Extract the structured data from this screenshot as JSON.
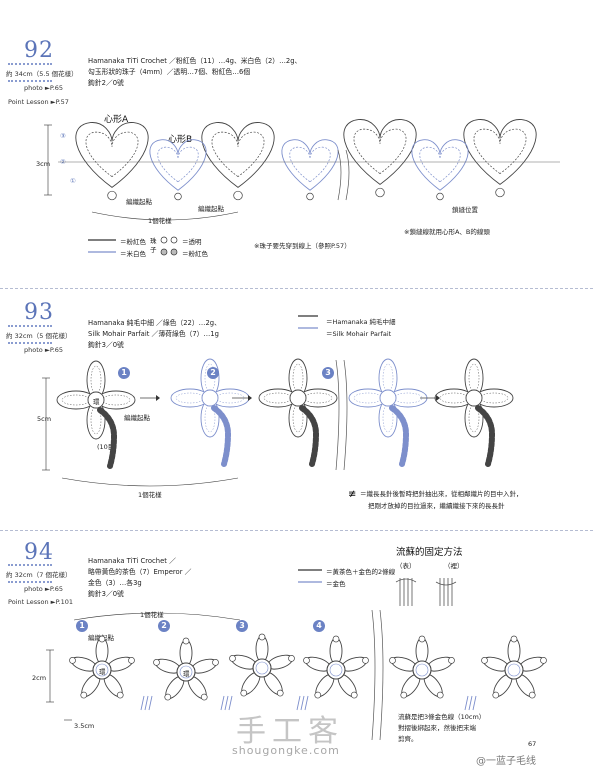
{
  "p92": {
    "number": "92",
    "size": "約 34cm（5.5 個花樣）",
    "photo": "photo ►P.65",
    "lesson": "Point Lesson ►P.57",
    "materials": [
      "Hamanaka TiTi Crochet ／粉紅色（11）…4g、米白色（2）…2g、",
      "勾玉形狀的珠子（4mm）／透明…7個、粉紅色…6個",
      "鉤針2／0號"
    ],
    "label_a": "心形A",
    "label_b": "心形B",
    "height": "3cm",
    "start_a": "編織起點",
    "start_b": "編織起點",
    "repeat": "1個花樣",
    "join": "鎖縫位置",
    "legend_pink": "＝粉紅色",
    "legend_white": "＝米白色",
    "legend_bead_word": "珠子",
    "legend_clear": "＝透明",
    "legend_pinkbead": "＝粉紅色",
    "note_bead": "※珠子要先穿到線上（參照P.57）",
    "note_join": "※鎖縫線就用心形A、B的線頭",
    "rows": [
      "③",
      "②",
      "①"
    ]
  },
  "p93": {
    "number": "93",
    "size": "約 32cm（5 個花樣）",
    "photo": "photo ►P.65",
    "materials": [
      "Hamanaka 純毛中細 ／綠色（22）…2g、",
      "Silk Mohair Parfait ／薄荷綠色（7）…1g",
      "鉤針3／0號"
    ],
    "legend1": "＝Hamanaka 純毛中細",
    "legend2": "＝Silk Mohair Parfait",
    "steps": [
      "1",
      "2",
      "3"
    ],
    "ring": "環",
    "start": "編織起點",
    "count": "(10目)",
    "height": "5cm",
    "repeat": "1個花樣",
    "note": "＝織長長針後暫時把針抽出來，從相鄰織片的目中入針，",
    "note2": "把剛才放掉的目拉過來，繼續織接下來的長長針"
  },
  "p94": {
    "number": "94",
    "size": "約 32cm（7 個花樣）",
    "photo": "photo ►P.65",
    "lesson": "Point Lesson ►P.101",
    "materials": [
      "Hamanaka TiTi Crochet ／",
      "略帶黃色的茶色（7）Emperor ／",
      "金色（3）…各3g",
      "鉤針3／0號"
    ],
    "repeat": "1個花樣",
    "start": "編織起點",
    "steps": [
      "1",
      "2",
      "3",
      "4"
    ],
    "ring": "環",
    "height": "2cm",
    "width": "3.5cm",
    "tassel_title": "流蘇的固定方法",
    "front": "（表）",
    "back": "（裡）",
    "legend1": "＝黃茶色＋金色的2條線",
    "legend2": "＝金色",
    "tassel_note": [
      "流蘇是把3條金色線（10cm）",
      "對摺後綁起來，然後把末端",
      "剪齊。"
    ]
  },
  "page_number": "67",
  "watermark_main": "手工客",
  "watermark_url": "shougongke.com",
  "watermark_user": "@一蓝子毛线"
}
